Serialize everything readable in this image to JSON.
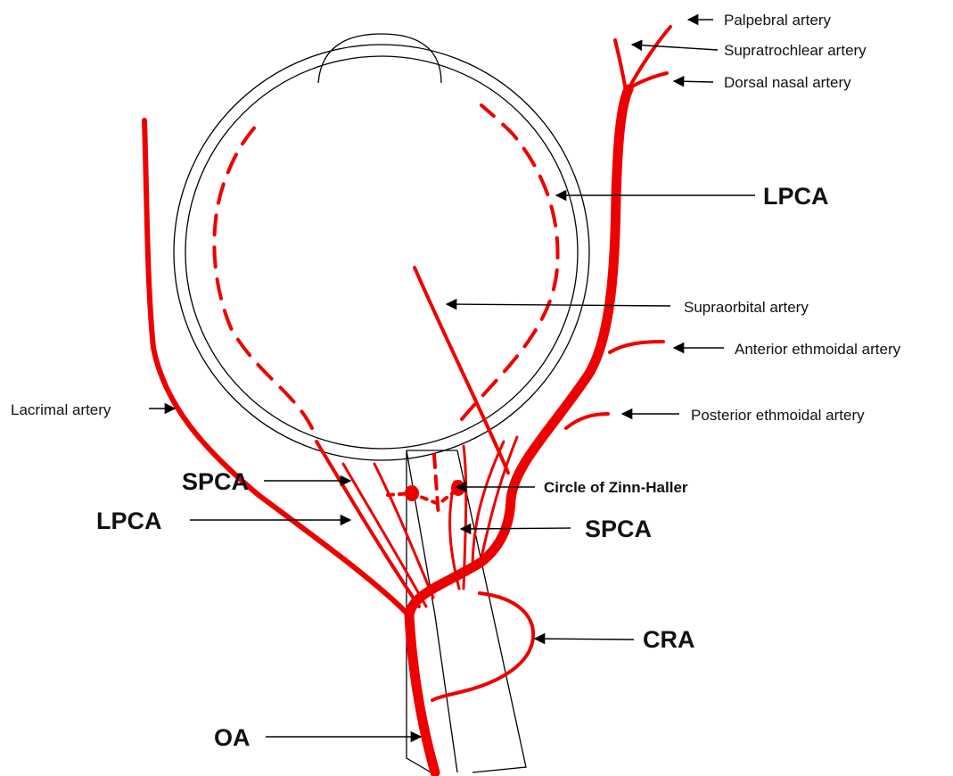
{
  "colors": {
    "artery": "#ee0000",
    "outline": "#000000",
    "text": "#111111",
    "background": "#ffffff"
  },
  "labels": {
    "palpebral": "Palpebral artery",
    "supratrochlear": "Supratrochlear artery",
    "dorsal_nasal": "Dorsal nasal artery",
    "lpca_top": "LPCA",
    "supraorbital": "Supraorbital artery",
    "anterior_ethmoidal": "Anterior ethmoidal artery",
    "posterior_ethmoidal": "Posterior ethmoidal artery",
    "lacrimal": "Lacrimal artery",
    "spca_left": "SPCA",
    "circle_zinn_haller": "Circle of Zinn-Haller",
    "lpca_left": "LPCA",
    "spca_right": "SPCA",
    "cra": "CRA",
    "oa": "OA"
  }
}
